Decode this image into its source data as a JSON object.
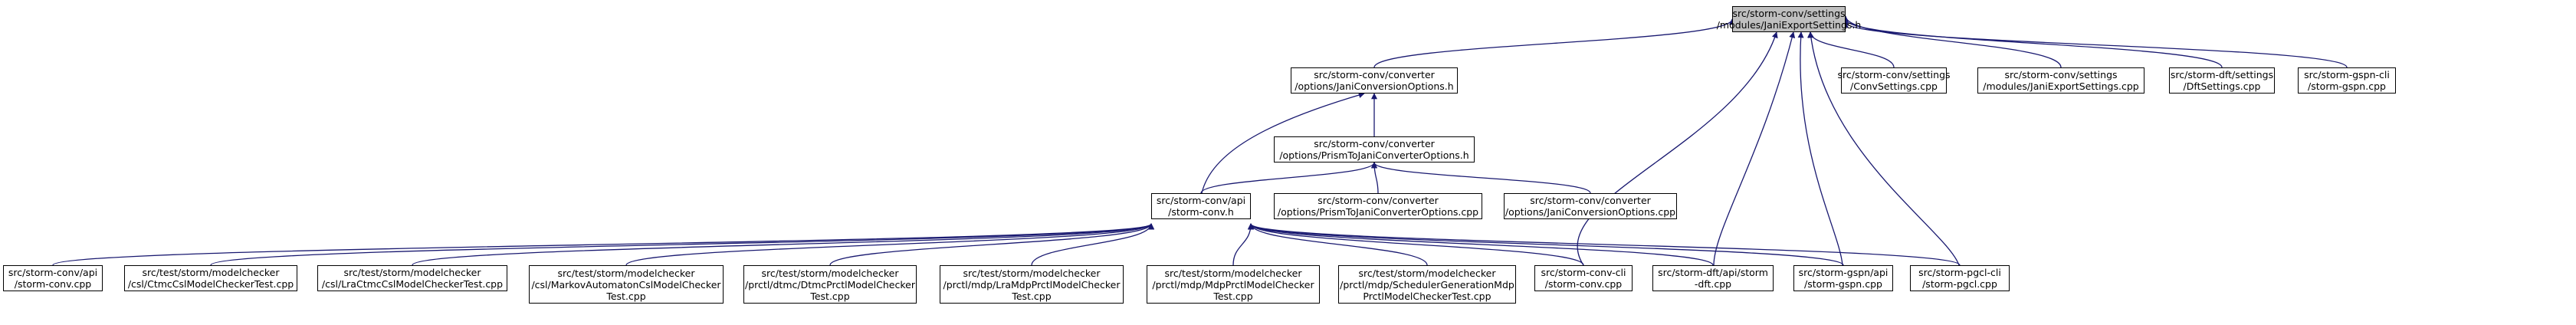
{
  "colors": {
    "edge": "#191970",
    "root_fill": "#bfbfbf",
    "node_fill": "#ffffff",
    "border": "#000000"
  },
  "nodes": [
    {
      "id": "root",
      "lines": [
        "src/storm-conv/settings",
        "/modules/JaniExportSettings.h"
      ],
      "link": false
    },
    {
      "id": "janiconvopts_h",
      "lines": [
        "src/storm-conv/converter",
        "/options/JaniConversionOptions.h"
      ],
      "link": true
    },
    {
      "id": "convsettings_cpp",
      "lines": [
        "src/storm-conv/settings",
        "/ConvSettings.cpp"
      ],
      "link": true
    },
    {
      "id": "janiexport_cpp",
      "lines": [
        "src/storm-conv/settings",
        "/modules/JaniExportSettings.cpp"
      ],
      "link": true
    },
    {
      "id": "dftsettings_cpp",
      "lines": [
        "src/storm-dft/settings",
        "/DftSettings.cpp"
      ],
      "link": true
    },
    {
      "id": "gspncli_cpp",
      "lines": [
        "src/storm-gspn-cli",
        "/storm-gspn.cpp"
      ],
      "link": true
    },
    {
      "id": "prism2jani_h",
      "lines": [
        "src/storm-conv/converter",
        "/options/PrismToJaniConverterOptions.h"
      ],
      "link": true
    },
    {
      "id": "stormconv_h",
      "lines": [
        "src/storm-conv/api",
        "/storm-conv.h"
      ],
      "link": true
    },
    {
      "id": "prism2jani_cpp",
      "lines": [
        "src/storm-conv/converter",
        "/options/PrismToJaniConverterOptions.cpp"
      ],
      "link": true
    },
    {
      "id": "janiconvopts_cpp",
      "lines": [
        "src/storm-conv/converter",
        "/options/JaniConversionOptions.cpp"
      ],
      "link": true
    },
    {
      "id": "api_stormconv_cpp",
      "lines": [
        "src/storm-conv/api",
        "/storm-conv.cpp"
      ],
      "link": true
    },
    {
      "id": "ctmccsl",
      "lines": [
        "src/test/storm/modelchecker",
        "/csl/CtmcCslModelCheckerTest.cpp"
      ],
      "link": true
    },
    {
      "id": "lractmccsl",
      "lines": [
        "src/test/storm/modelchecker",
        "/csl/LraCtmcCslModelCheckerTest.cpp"
      ],
      "link": true
    },
    {
      "id": "markovcsl",
      "lines": [
        "src/test/storm/modelchecker",
        "/csl/MarkovAutomatonCslModelChecker",
        "Test.cpp"
      ],
      "link": true
    },
    {
      "id": "dtmcprctl",
      "lines": [
        "src/test/storm/modelchecker",
        "/prctl/dtmc/DtmcPrctlModelChecker",
        "Test.cpp"
      ],
      "link": true
    },
    {
      "id": "lramdp",
      "lines": [
        "src/test/storm/modelchecker",
        "/prctl/mdp/LraMdpPrctlModelChecker",
        "Test.cpp"
      ],
      "link": true
    },
    {
      "id": "mdpprctl",
      "lines": [
        "src/test/storm/modelchecker",
        "/prctl/mdp/MdpPrctlModelChecker",
        "Test.cpp"
      ],
      "link": true
    },
    {
      "id": "schedgen",
      "lines": [
        "src/test/storm/modelchecker",
        "/prctl/mdp/SchedulerGenerationMdp",
        "PrctlModelCheckerTest.cpp"
      ],
      "link": true
    },
    {
      "id": "convcli",
      "lines": [
        "src/storm-conv-cli",
        "/storm-conv.cpp"
      ],
      "link": true
    },
    {
      "id": "dftapi",
      "lines": [
        "src/storm-dft/api/storm",
        "-dft.cpp"
      ],
      "link": true
    },
    {
      "id": "gspnapi",
      "lines": [
        "src/storm-gspn/api",
        "/storm-gspn.cpp"
      ],
      "link": true
    },
    {
      "id": "pgclcli",
      "lines": [
        "src/storm-pgcl-cli",
        "/storm-pgcl.cpp"
      ],
      "link": true
    }
  ],
  "edges": [
    {
      "from": "root",
      "to": "janiconvopts_h"
    },
    {
      "from": "root",
      "to": "convsettings_cpp"
    },
    {
      "from": "root",
      "to": "janiexport_cpp"
    },
    {
      "from": "root",
      "to": "dftsettings_cpp"
    },
    {
      "from": "root",
      "to": "gspncli_cpp"
    },
    {
      "from": "root",
      "to": "convcli"
    },
    {
      "from": "root",
      "to": "dftapi"
    },
    {
      "from": "root",
      "to": "gspnapi"
    },
    {
      "from": "root",
      "to": "pgclcli"
    },
    {
      "from": "janiconvopts_h",
      "to": "prism2jani_h"
    },
    {
      "from": "janiconvopts_h",
      "to": "stormconv_h"
    },
    {
      "from": "prism2jani_h",
      "to": "stormconv_h"
    },
    {
      "from": "prism2jani_h",
      "to": "prism2jani_cpp"
    },
    {
      "from": "prism2jani_h",
      "to": "janiconvopts_cpp"
    },
    {
      "from": "stormconv_h",
      "to": "api_stormconv_cpp"
    },
    {
      "from": "stormconv_h",
      "to": "ctmccsl"
    },
    {
      "from": "stormconv_h",
      "to": "lractmccsl"
    },
    {
      "from": "stormconv_h",
      "to": "markovcsl"
    },
    {
      "from": "stormconv_h",
      "to": "dtmcprctl"
    },
    {
      "from": "stormconv_h",
      "to": "lramdp"
    },
    {
      "from": "stormconv_h",
      "to": "mdpprctl"
    },
    {
      "from": "stormconv_h",
      "to": "schedgen"
    },
    {
      "from": "stormconv_h",
      "to": "convcli"
    },
    {
      "from": "stormconv_h",
      "to": "dftapi"
    },
    {
      "from": "stormconv_h",
      "to": "gspnapi"
    },
    {
      "from": "stormconv_h",
      "to": "pgclcli"
    }
  ]
}
